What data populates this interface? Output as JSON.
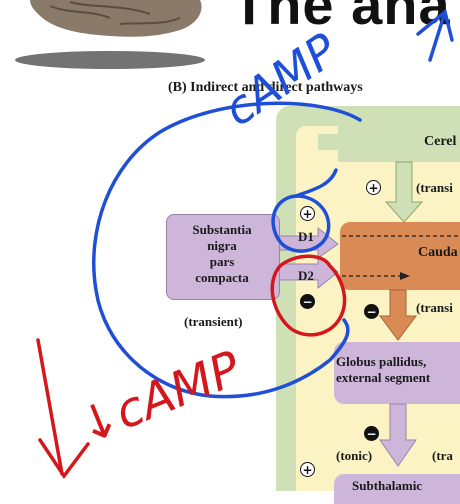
{
  "header": {
    "title_fragment": "The ana"
  },
  "figure": {
    "panel_label": "(B) Indirect and direct pathways",
    "boxes": {
      "snc": "Substantia nigra pars compacta",
      "snc_lines": [
        "Substantia",
        "nigra",
        "pars",
        "compacta"
      ],
      "cerebral": "Cerel",
      "caudate": "Cauda",
      "gpe_lines": [
        "Globus pallidus,",
        "external segment"
      ],
      "subthalamic": "Subthalamic"
    },
    "receptors": {
      "d1": "D1",
      "d2": "D2"
    },
    "labels": {
      "transient_snc": "(transient)",
      "transient_top": "(transi",
      "transient_mid": "(transi",
      "tonic": "(tonic)",
      "tonic_right": "(tra"
    },
    "signs": {
      "plus": "+",
      "minus": "−"
    }
  },
  "annotations": {
    "handwritten_top": "cAMP",
    "handwritten_bottom": "↓cAMP",
    "ink_color": "#1f4fd6",
    "red_ink_color": "#d4171c"
  },
  "colors": {
    "purple_box": "#cdb6d9",
    "green_bg": "#cfe0b6",
    "yellow_bg": "#fbf3c4",
    "orange_box": "#d98a55"
  }
}
